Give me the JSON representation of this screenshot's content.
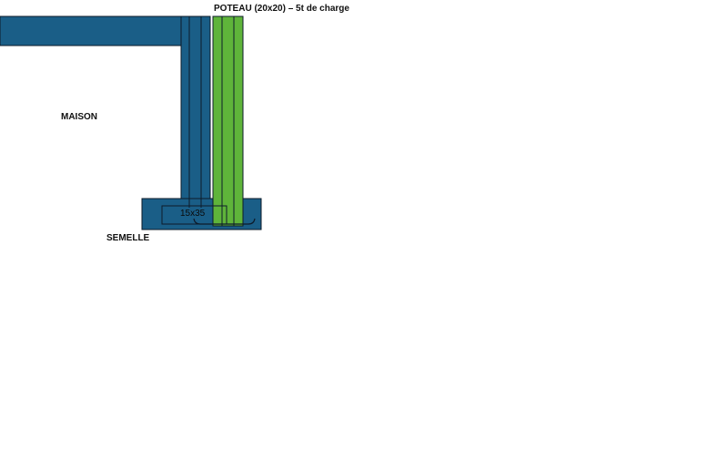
{
  "labels": {
    "poteau": "POTEAU (20x20) – 5t de charge",
    "maison": "MAISON",
    "semelle": "SEMELLE",
    "footing_dimension": "15x35"
  },
  "colors": {
    "structure_blue": "#1a5e87",
    "column_green": "#5fb43a",
    "outline": "#0d1b2a",
    "background": "#ffffff"
  }
}
